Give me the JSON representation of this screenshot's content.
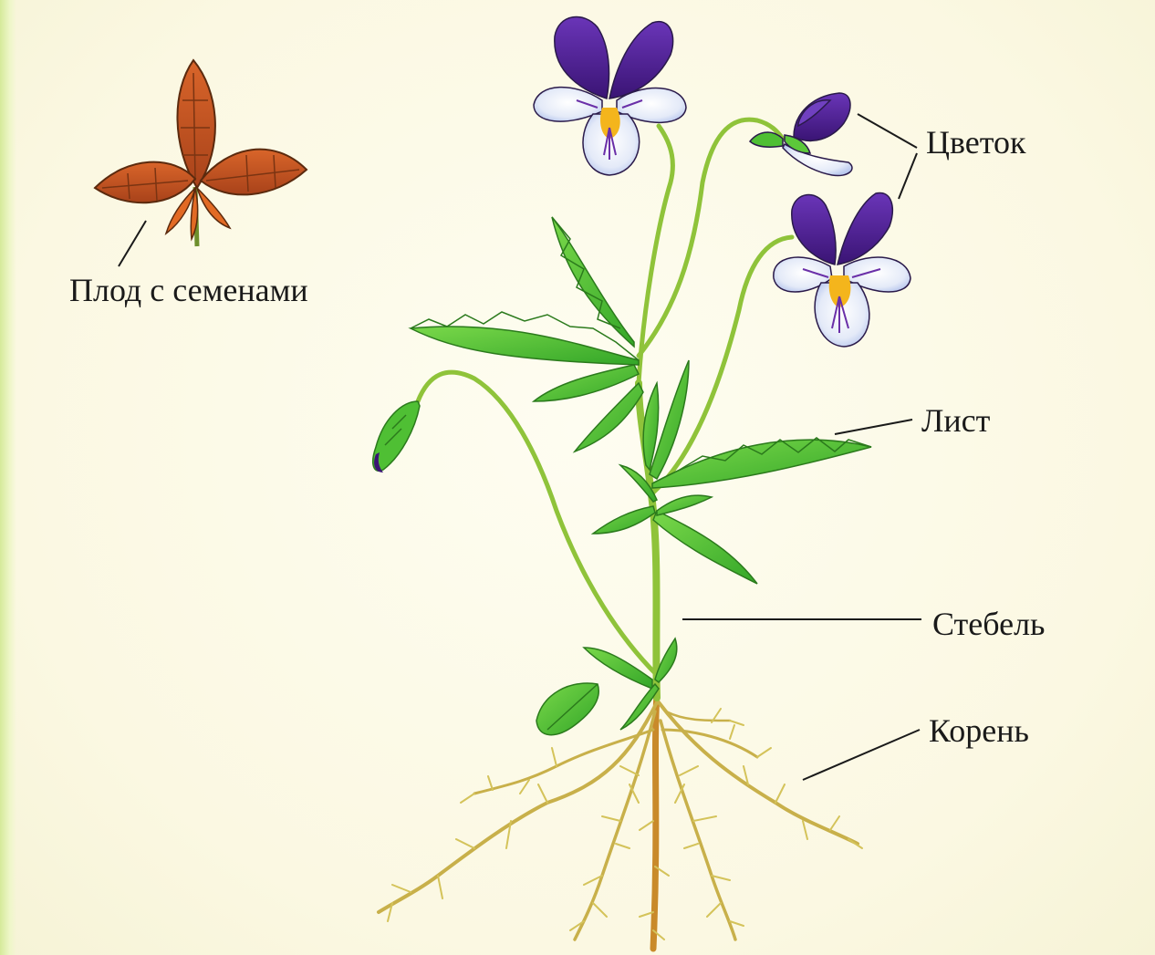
{
  "diagram": {
    "labels": {
      "fruit": "Плод с семенами",
      "flower": "Цветок",
      "leaf": "Лист",
      "stem": "Стебель",
      "root": "Корень"
    },
    "colors": {
      "background": "#fcfbe9",
      "stem": "#8fc33a",
      "leaf": "#5cc83a",
      "petal_purple": "#4b1d8f",
      "petal_light": "#dfe6f7",
      "center_yellow": "#f4b51c",
      "fruit": "#c9551f",
      "root": "#c8b04a"
    }
  }
}
